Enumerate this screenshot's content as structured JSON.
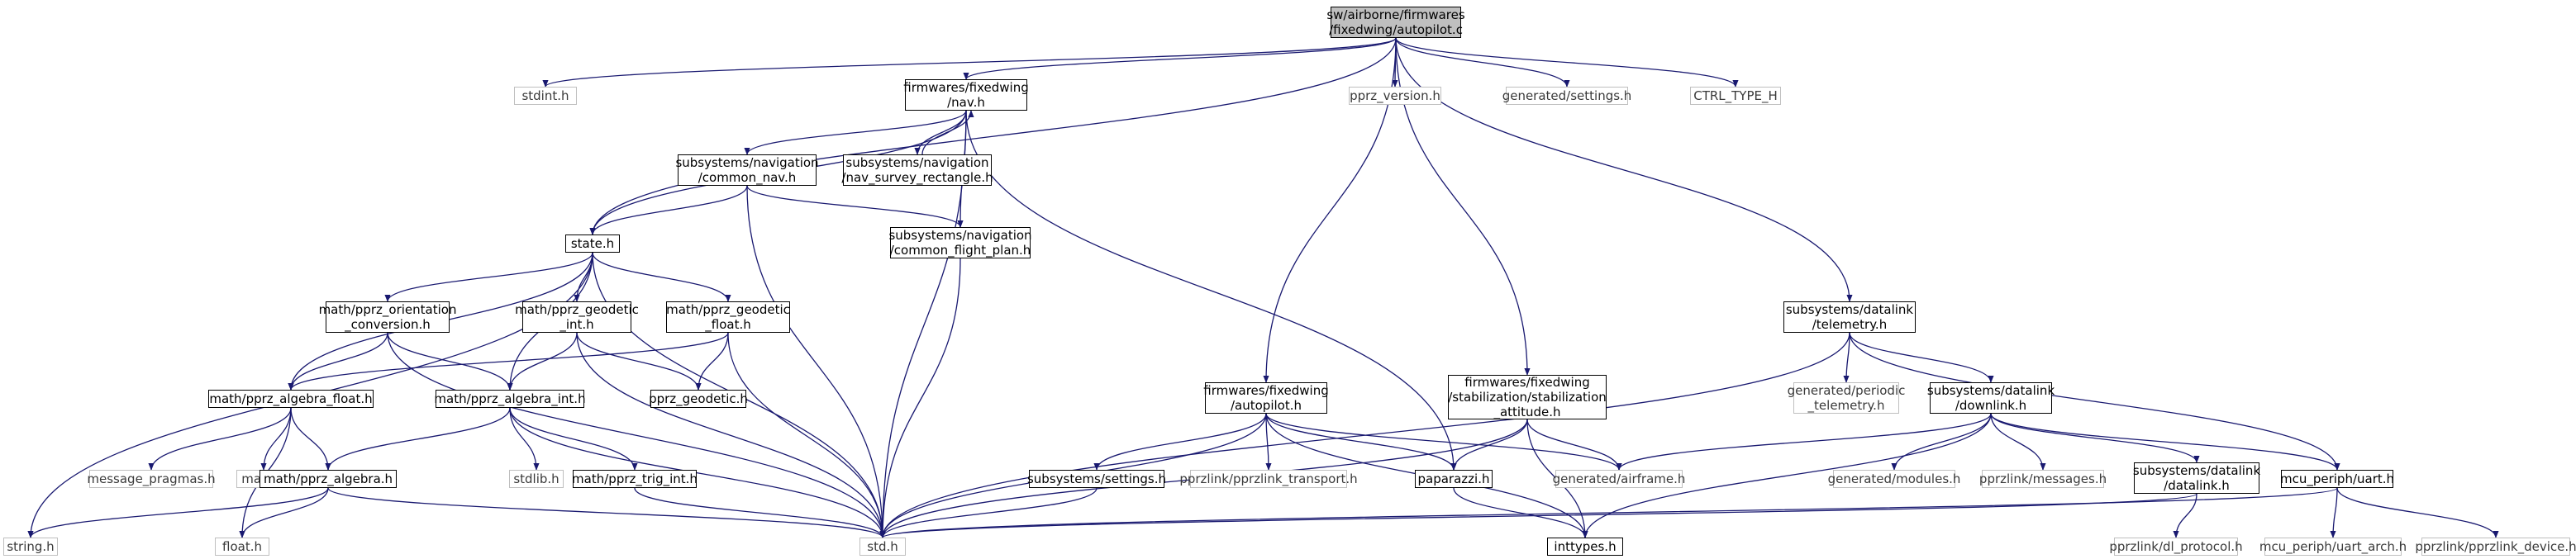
{
  "colors": {
    "edge": "#191970",
    "box_border": "#000000",
    "gray_border": "#bfbfbf",
    "root_fill": "#bfbfbf"
  },
  "nodes": {
    "autopilot_c": [
      "sw/airborne/firmwares",
      "/fixedwing/autopilot.c"
    ],
    "stdint_h": [
      "stdint.h"
    ],
    "nav_h": [
      "firmwares/fixedwing",
      "/nav.h"
    ],
    "pprz_version_h": [
      "pprz_version.h"
    ],
    "gen_settings_h": [
      "generated/settings.h"
    ],
    "ctrl_type_h": [
      "CTRL_TYPE_H"
    ],
    "common_nav_h": [
      "subsystems/navigation",
      "/common_nav.h"
    ],
    "nav_survey_h": [
      "subsystems/navigation",
      "/nav_survey_rectangle.h"
    ],
    "state_h": [
      "state.h"
    ],
    "common_flight_plan_h": [
      "subsystems/navigation",
      "/common_flight_plan.h"
    ],
    "telemetry_h": [
      "subsystems/datalink",
      "/telemetry.h"
    ],
    "orientation_h": [
      "math/pprz_orientation",
      "_conversion.h"
    ],
    "geodetic_int_h": [
      "math/pprz_geodetic",
      "_int.h"
    ],
    "geodetic_float_h": [
      "math/pprz_geodetic",
      "_float.h"
    ],
    "periodic_telemetry_h": [
      "generated/periodic",
      "_telemetry.h"
    ],
    "downlink_h": [
      "subsystems/datalink",
      "/downlink.h"
    ],
    "algebra_float_h": [
      "math/pprz_algebra_float.h"
    ],
    "pprz_geodetic_h": [
      "pprz_geodetic.h"
    ],
    "algebra_int_h": [
      "math/pprz_algebra_int.h"
    ],
    "fw_autopilot_h": [
      "firmwares/fixedwing",
      "/autopilot.h"
    ],
    "stab_attitude_h": [
      "firmwares/fixedwing",
      "/stabilization/stabilization",
      "_attitude.h"
    ],
    "message_pragmas_h": [
      "message_pragmas.h"
    ],
    "math_h": [
      "math.h"
    ],
    "stdlib_h": [
      "stdlib.h"
    ],
    "subsys_settings_h": [
      "subsystems/settings.h"
    ],
    "pprzlink_transport_h": [
      "pprzlink/pprzlink_transport.h"
    ],
    "paparazzi_h": [
      "paparazzi.h"
    ],
    "gen_airframe_h": [
      "generated/airframe.h"
    ],
    "gen_modules_h": [
      "generated/modules.h"
    ],
    "pprzlink_messages_h": [
      "pprzlink/messages.h"
    ],
    "datalink_h": [
      "subsystems/datalink",
      "/datalink.h"
    ],
    "uart_h": [
      "mcu_periph/uart.h"
    ],
    "algebra_h": [
      "math/pprz_algebra.h"
    ],
    "trig_int_h": [
      "math/pprz_trig_int.h"
    ],
    "string_h": [
      "string.h"
    ],
    "float_h": [
      "float.h"
    ],
    "std_h": [
      "std.h"
    ],
    "inttypes_h": [
      "inttypes.h"
    ],
    "dl_protocol_h": [
      "pprzlink/dl_protocol.h"
    ],
    "uart_arch_h": [
      "mcu_periph/uart_arch.h"
    ],
    "pprzlink_device_h": [
      "pprzlink/pprzlink_device.h"
    ]
  }
}
